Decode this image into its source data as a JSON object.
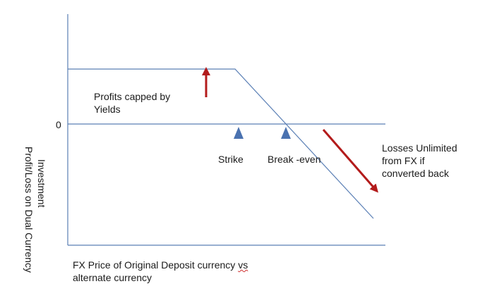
{
  "labels": {
    "y_axis_line1": "Profit/Loss on Dual Currency",
    "y_axis_line2": "Investment",
    "zero_tick": "0",
    "profits_line1": "Profits capped by",
    "profits_line2": "Yields",
    "strike": "Strike",
    "break_even": "Break -even",
    "losses_line1": "Losses Unlimited",
    "losses_line2": "from FX if",
    "losses_line3": "converted back",
    "x_axis_line1_main": "FX Price of Original Deposit currency ",
    "x_axis_line1_flagged": "vs",
    "x_axis_line2": "alternate currency"
  },
  "colors": {
    "axis": "#5a7fb5",
    "payoff_line": "#5a7fb5",
    "marker": "#4a72b0",
    "arrow": "#b31b1b",
    "text": "#1a1a1a"
  },
  "icons": {
    "up_arrow": "arrow-up-icon",
    "down_arrow": "arrow-down-right-icon",
    "marker": "triangle-marker-icon"
  }
}
